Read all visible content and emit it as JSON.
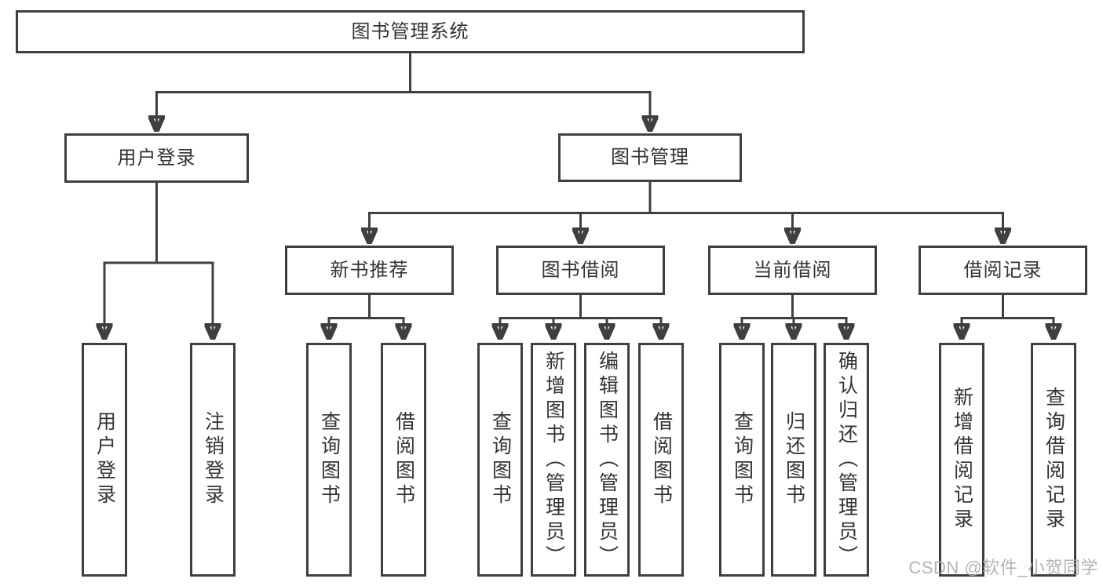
{
  "tree": {
    "root": {
      "label": "图书管理系统"
    },
    "branches": [
      {
        "label": "用户登录",
        "children": [
          {
            "label": "用户登录"
          },
          {
            "label": "注销登录"
          }
        ]
      },
      {
        "label": "图书管理",
        "children": [
          {
            "label": "新书推荐",
            "children": [
              {
                "label": "查询图书"
              },
              {
                "label": "借阅图书"
              }
            ]
          },
          {
            "label": "图书借阅",
            "children": [
              {
                "label": "查询图书"
              },
              {
                "label": "新增图书（管理员）"
              },
              {
                "label": "编辑图书（管理员）"
              },
              {
                "label": "借阅图书"
              }
            ]
          },
          {
            "label": "当前借阅",
            "children": [
              {
                "label": "查询图书"
              },
              {
                "label": "归还图书"
              },
              {
                "label": "确认归还（管理员）"
              }
            ]
          },
          {
            "label": "借阅记录",
            "children": [
              {
                "label": "新增借阅记录"
              },
              {
                "label": "查询借阅记录"
              }
            ]
          }
        ]
      }
    ]
  },
  "watermark": "CSDN @软件_小贺同学",
  "colors": {
    "line": "#3f3f3f",
    "text": "#333333",
    "background": "#ffffff",
    "watermark": "#ababab"
  }
}
